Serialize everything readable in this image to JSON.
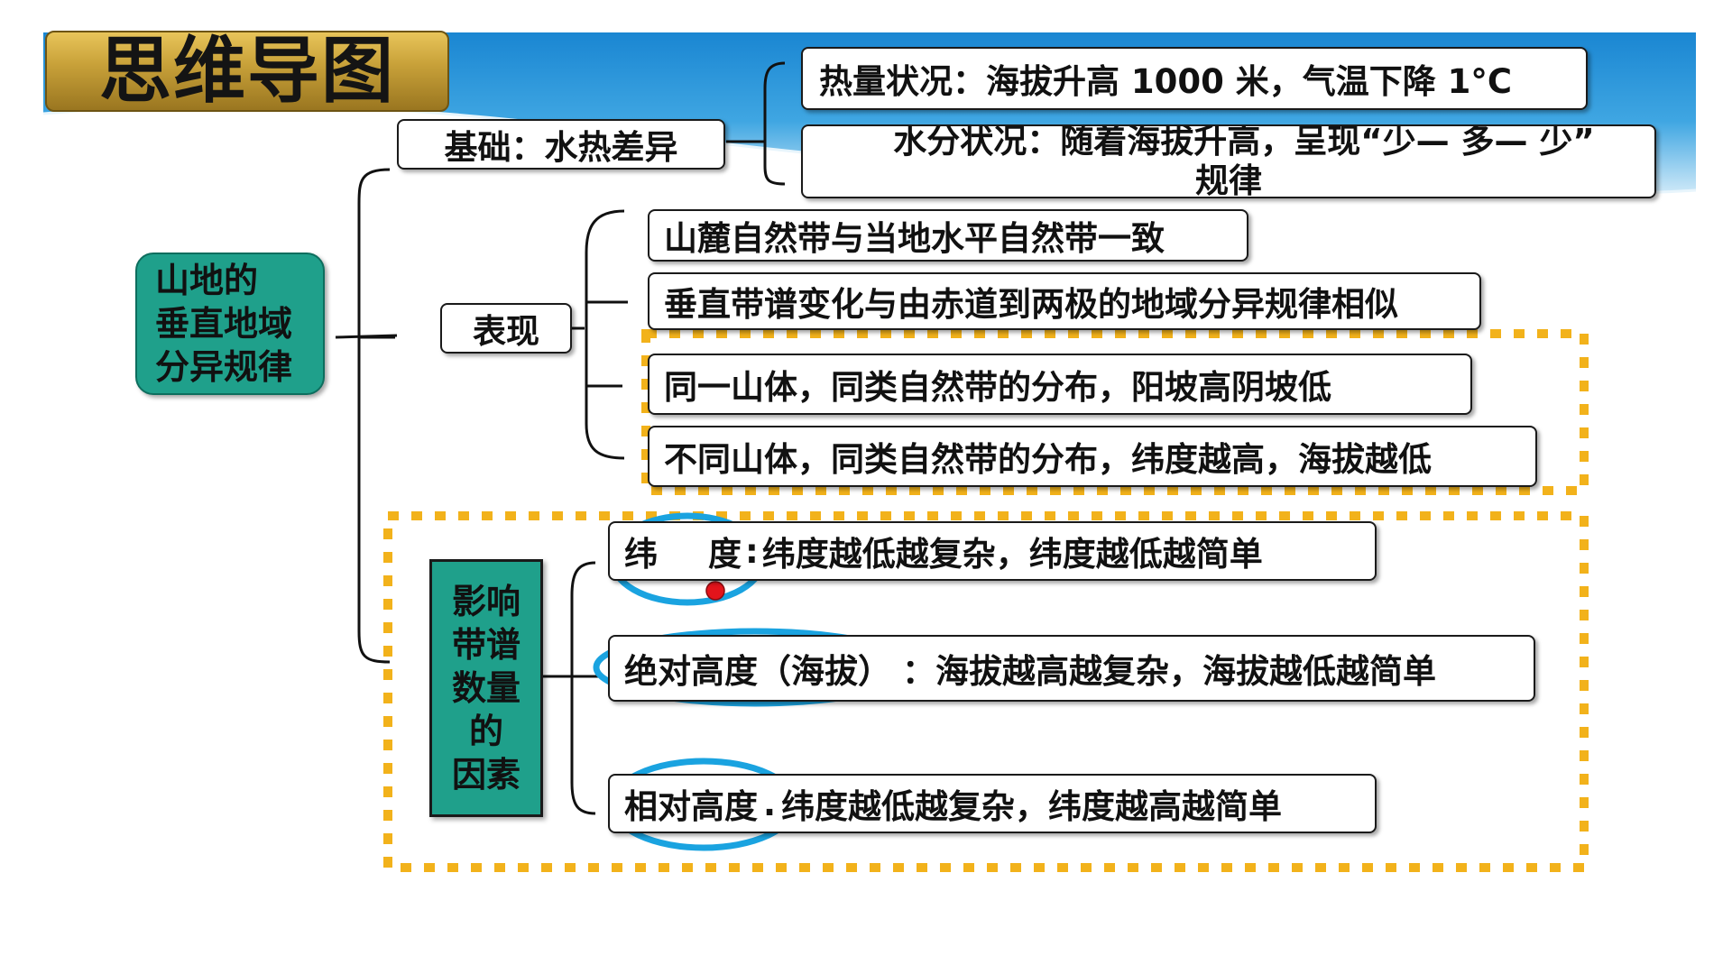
{
  "slide": {
    "title": "思维导图",
    "colors": {
      "banner_blue": "#1e8fd6",
      "title_gold": "#c9a23a",
      "node_teal": "#1fa08b",
      "highlight_orange": "#f2b21b",
      "ellipse_blue": "#1aa3e0",
      "dot_red": "#e3141b"
    }
  },
  "root": {
    "label": "山地的\n垂直地域\n分异规律"
  },
  "basis": {
    "label": "基础：水热差异",
    "heat": "热量状况：海拔升高 1000 米，气温下降 1°C",
    "water_line1": "水分状况：随着海拔升高，呈现“少— 多— 少”",
    "water_line2": "规律"
  },
  "manifestation": {
    "label": "表现",
    "items": [
      "山麓自然带与当地水平自然带一致",
      "垂直带谱变化与由赤道到两极的地域分异规律相似",
      "同一山体，同类自然带的分布，阳坡高阴坡低",
      "不同山体，同类自然带的分布，纬度越高，海拔越低"
    ]
  },
  "factors": {
    "label": "影响\n带谱\n数量\n的\n因素",
    "items": [
      {
        "key_a": "纬",
        "key_b": "度",
        "text": "纬度越低越复杂，纬度越低越简单"
      },
      {
        "key": "绝对高度（海拔）",
        "text": "：海拔越高越复杂，海拔越低越简单"
      },
      {
        "key": "相对高度",
        "text": "纬度越低越复杂，纬度越高越简单"
      }
    ]
  }
}
